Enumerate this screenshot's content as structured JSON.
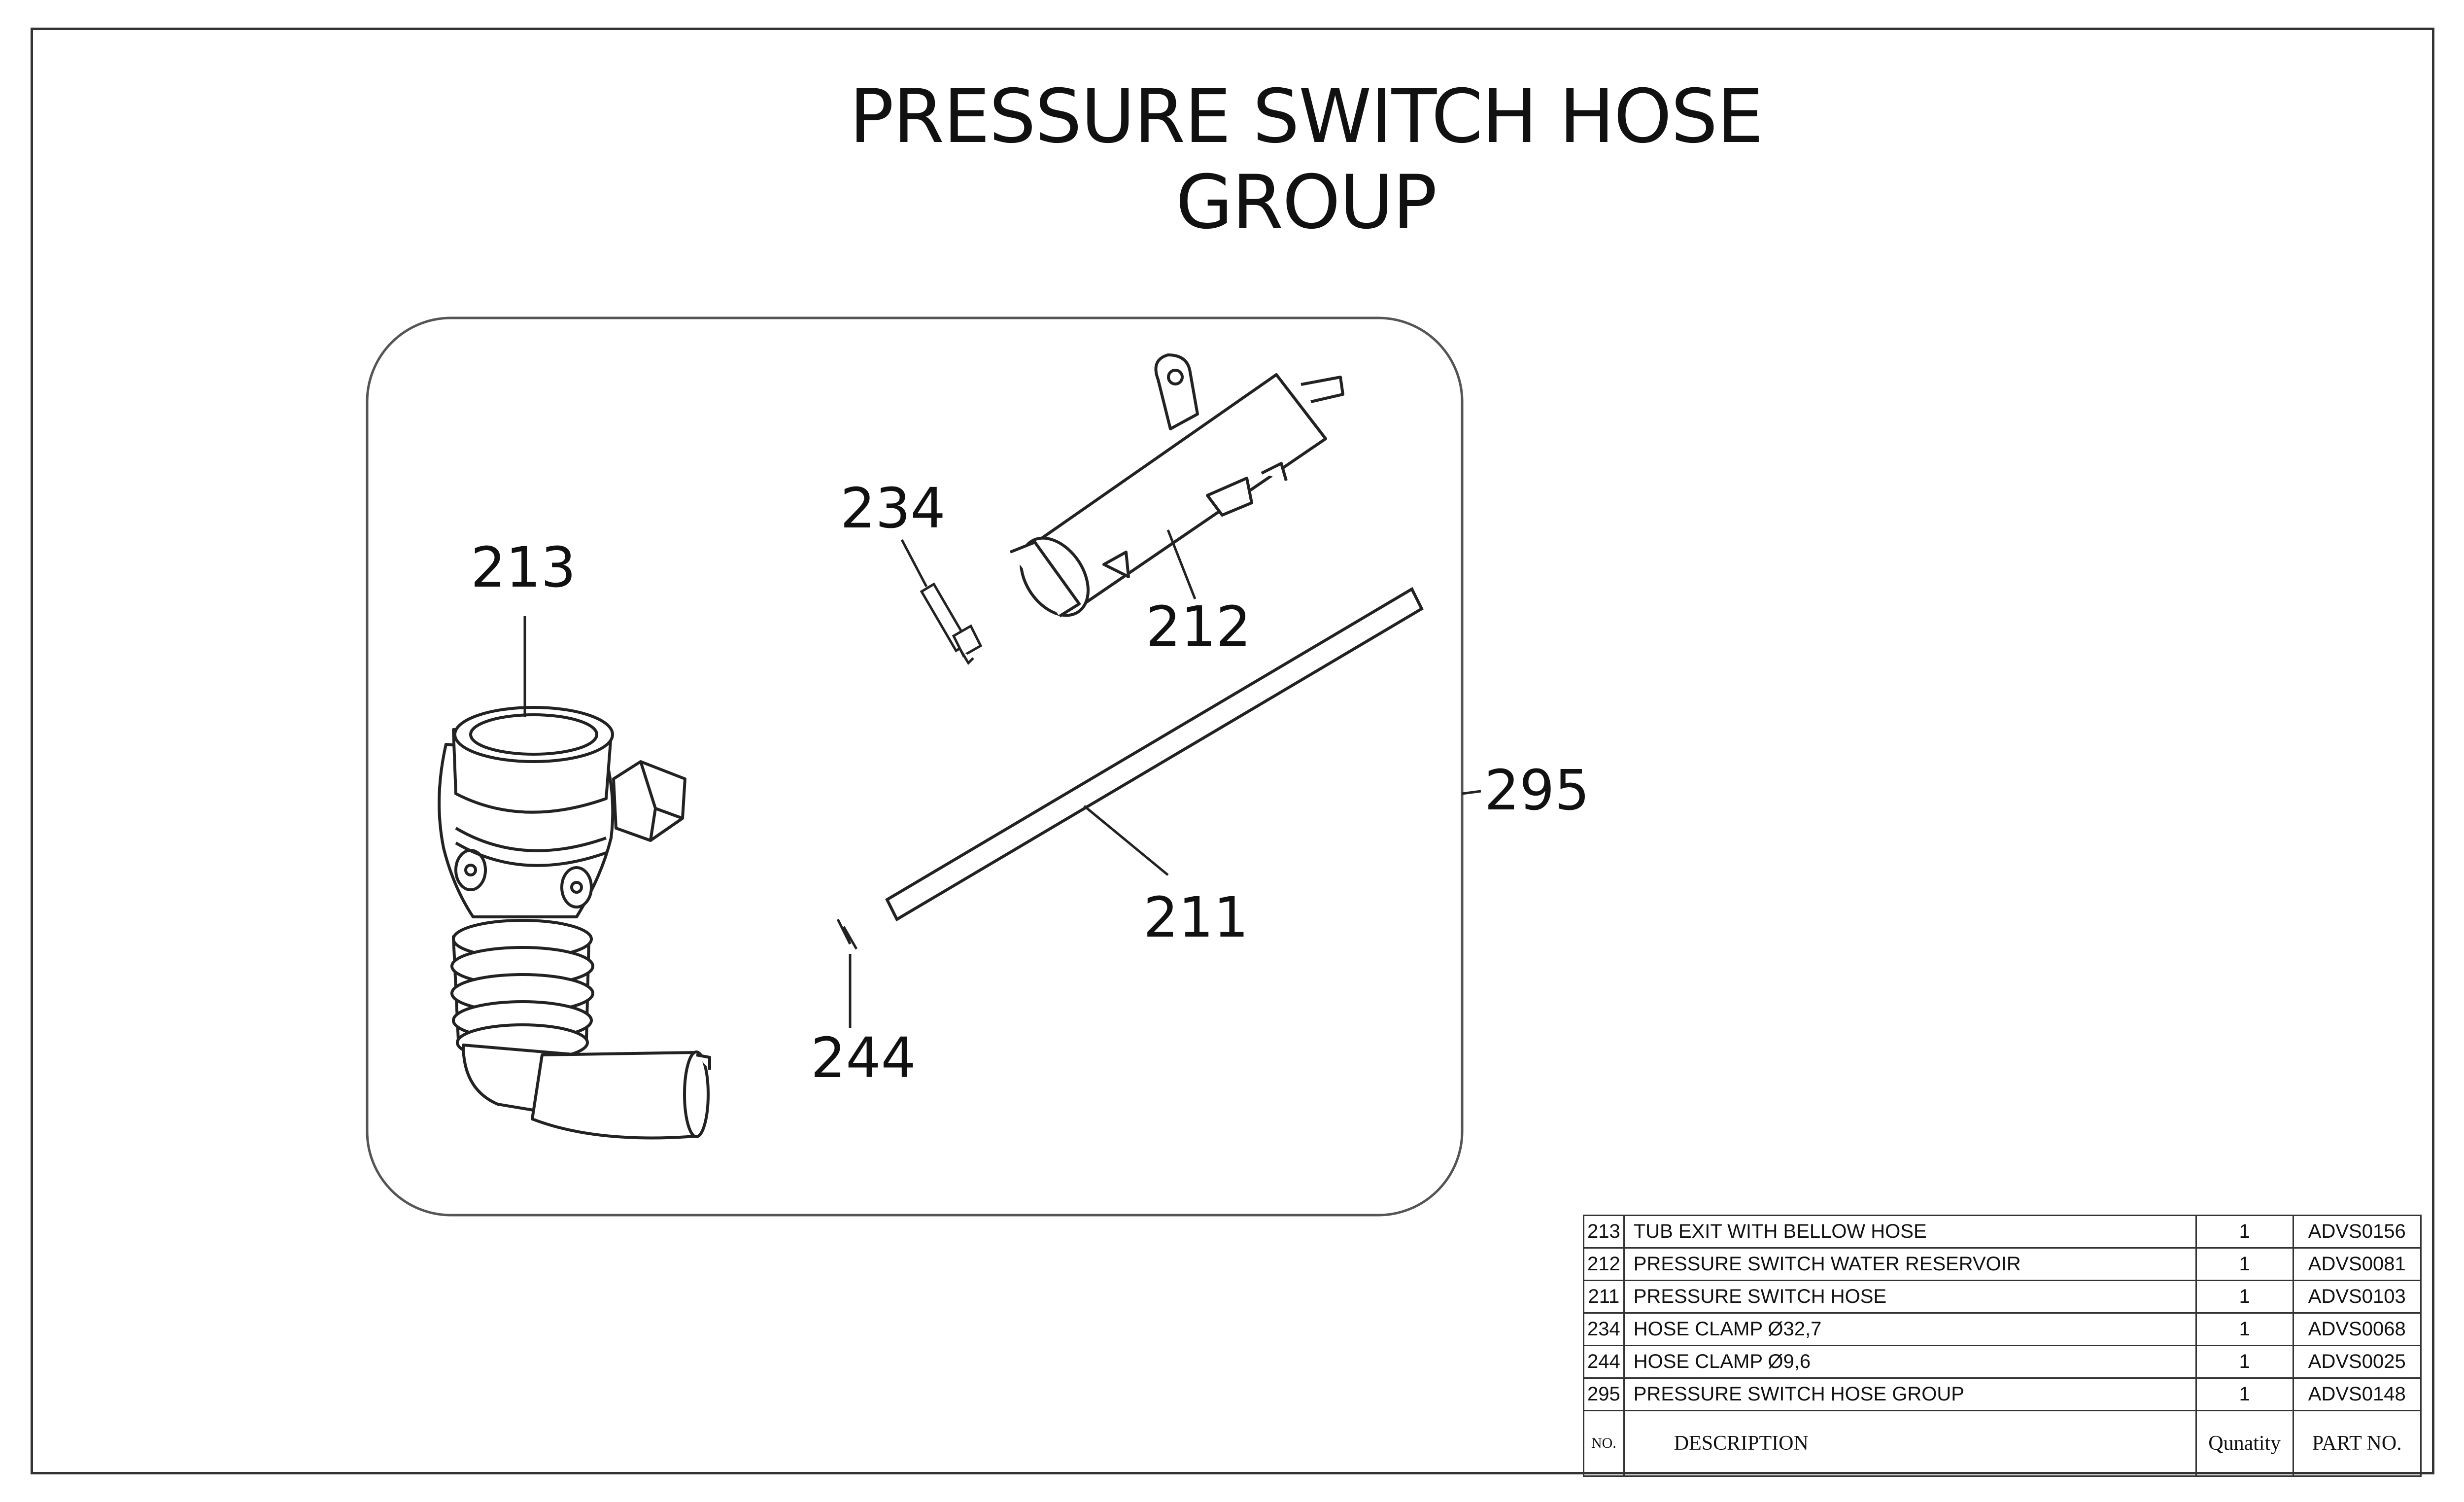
{
  "title": "PRESSURE SWITCH HOSE GROUP",
  "callouts": {
    "c213": "213",
    "c234": "234",
    "c212": "212",
    "c211": "211",
    "c244": "244",
    "c295": "295"
  },
  "table": {
    "rows": [
      {
        "no": "213",
        "description": "TUB EXIT WITH BELLOW HOSE",
        "quantity": "1",
        "part_no": "ADVS0156"
      },
      {
        "no": "212",
        "description": "PRESSURE SWITCH WATER RESERVOIR",
        "quantity": "1",
        "part_no": "ADVS0081"
      },
      {
        "no": "211",
        "description": "PRESSURE SWITCH HOSE",
        "quantity": "1",
        "part_no": "ADVS0103"
      },
      {
        "no": "234",
        "description": "HOSE CLAMP Ø32,7",
        "quantity": "1",
        "part_no": "ADVS0068"
      },
      {
        "no": "244",
        "description": "HOSE CLAMP Ø9,6",
        "quantity": "1",
        "part_no": "ADVS0025"
      },
      {
        "no": "295",
        "description": "PRESSURE SWITCH HOSE GROUP",
        "quantity": "1",
        "part_no": "ADVS0148"
      }
    ],
    "header": {
      "no": "NO.",
      "description": "DESCRIPTION",
      "quantity": "Qunatity",
      "part_no": "PART NO."
    }
  }
}
